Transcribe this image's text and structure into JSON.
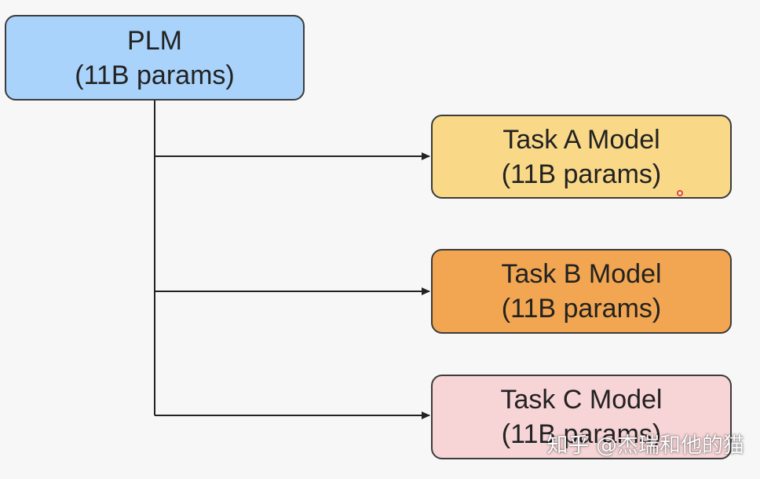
{
  "diagram": {
    "root": {
      "title": "PLM",
      "subtitle": "(11B params)",
      "color": "#a9d3fb"
    },
    "tasks": [
      {
        "title": "Task A Model",
        "subtitle": "(11B params)",
        "color": "#f9d888"
      },
      {
        "title": "Task B Model",
        "subtitle": "(11B params)",
        "color": "#f2a651"
      },
      {
        "title": "Task C Model",
        "subtitle": "(11B params)",
        "color": "#f7d4d6"
      }
    ],
    "edges": [
      {
        "from": "PLM",
        "to": "Task A Model"
      },
      {
        "from": "PLM",
        "to": "Task B Model"
      },
      {
        "from": "PLM",
        "to": "Task C Model"
      }
    ]
  },
  "watermark": {
    "text": "知乎 @杰瑞和他的猫"
  }
}
